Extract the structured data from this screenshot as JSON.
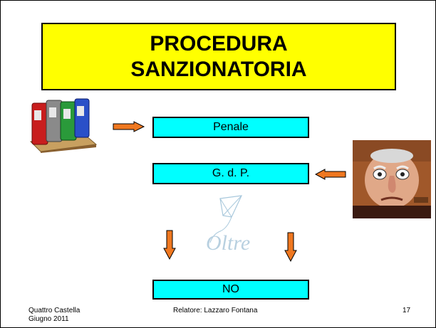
{
  "slide": {
    "title_line1": "PROCEDURA",
    "title_line2": "SANZIONATORIA",
    "boxes": {
      "penale": "Penale",
      "gdp": "G. d. P.",
      "no": "NO"
    },
    "watermark": "Oltre",
    "footer": {
      "left_line1": "Quattro Castella",
      "left_line2": "Giugno 2011",
      "center": "Relatore: Lazzaro Fontana",
      "page_number": "17"
    }
  },
  "colors": {
    "title_bg": "#ffff00",
    "box_bg": "#00ffff",
    "arrow": "#f07820"
  },
  "icons": [
    "books-icon",
    "judge-icon",
    "arrow-right-icon",
    "arrow-left-icon",
    "arrow-down-icon",
    "kite-logo-icon"
  ]
}
